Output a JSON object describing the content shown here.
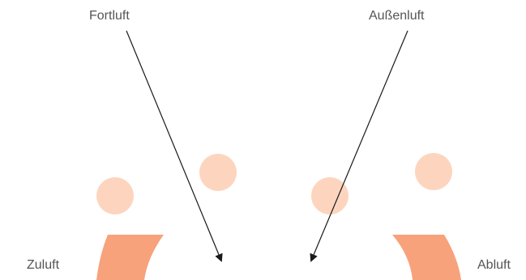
{
  "labels": {
    "fortluft": "Fortluft",
    "aussenluft": "Außenluft",
    "zuluft": "Zuluft",
    "abluft": "Abluft"
  },
  "colors": {
    "circle_fill": "#fdd5bf",
    "band_fill": "#f7a27b",
    "arrow_stroke": "#1a1a1a",
    "label_text": "#555555"
  }
}
